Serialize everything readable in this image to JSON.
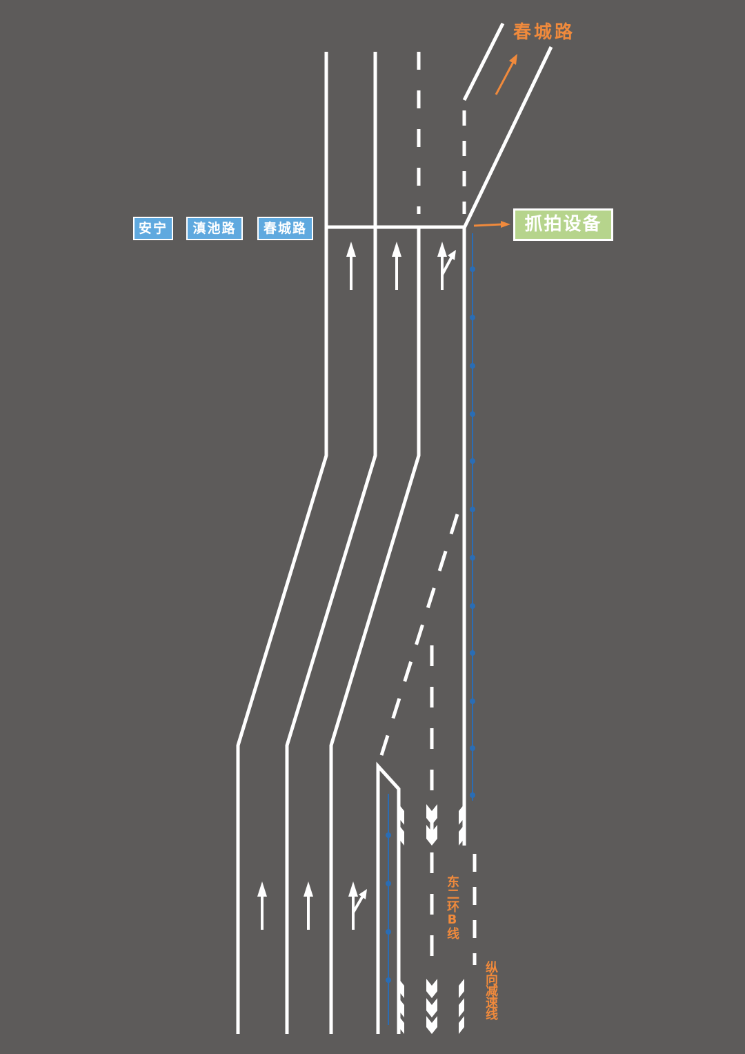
{
  "lane_destinations": [
    "安宁",
    "滇池路",
    "春城路"
  ],
  "exit_road_label": "春城路",
  "device_label": "抓拍设备",
  "ramp_name": "东二环B线",
  "decel_line_label": "纵向减速线",
  "colors": {
    "background": "#5d5b5a",
    "marking": "#ffffff",
    "sign_blue": "#5fa9df",
    "device_green": "#b6d48c",
    "accent_orange": "#f08a3c",
    "dotted_line_blue": "#2a6db5"
  }
}
